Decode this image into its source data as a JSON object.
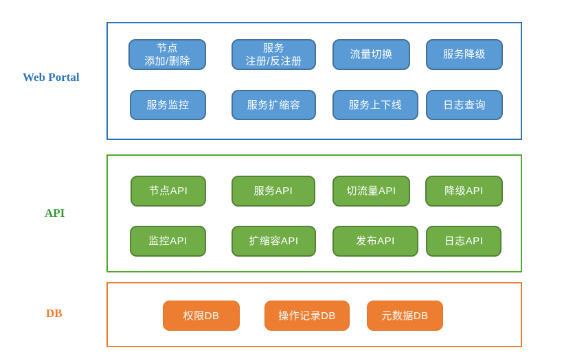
{
  "diagram": {
    "title_hint": "three-layer architecture diagram",
    "layers": {
      "web_portal": {
        "label": "Web Portal",
        "accent_color": "#2E75B6",
        "label_color": "#2E74B5",
        "button_fill": "#5B9BD5",
        "button_border": "#41719C",
        "buttons": [
          {
            "label": "节点\n添加/删除"
          },
          {
            "label": "服务\n注册/反注册"
          },
          {
            "label": "流量切换"
          },
          {
            "label": "服务降级"
          },
          {
            "label": "服务监控"
          },
          {
            "label": "服务扩缩容"
          },
          {
            "label": "服务上下线"
          },
          {
            "label": "日志查询"
          }
        ]
      },
      "api": {
        "label": "API",
        "accent_color": "#4EA72E",
        "label_color": "#339933",
        "button_fill": "#70AD47",
        "button_border": "#548235",
        "buttons": [
          {
            "label": "节点API"
          },
          {
            "label": "服务API"
          },
          {
            "label": "切流量API"
          },
          {
            "label": "降级API"
          },
          {
            "label": "监控API"
          },
          {
            "label": "扩缩容API"
          },
          {
            "label": "发布API"
          },
          {
            "label": "日志API"
          }
        ]
      },
      "db": {
        "label": "DB",
        "accent_color": "#ED7D31",
        "label_color": "#ED7D31",
        "button_fill": "#ED7D31",
        "buttons": [
          {
            "label": "权限DB"
          },
          {
            "label": "操作记录DB"
          },
          {
            "label": "元数据DB"
          }
        ]
      }
    },
    "button_text_color": "#FFFFFF"
  }
}
